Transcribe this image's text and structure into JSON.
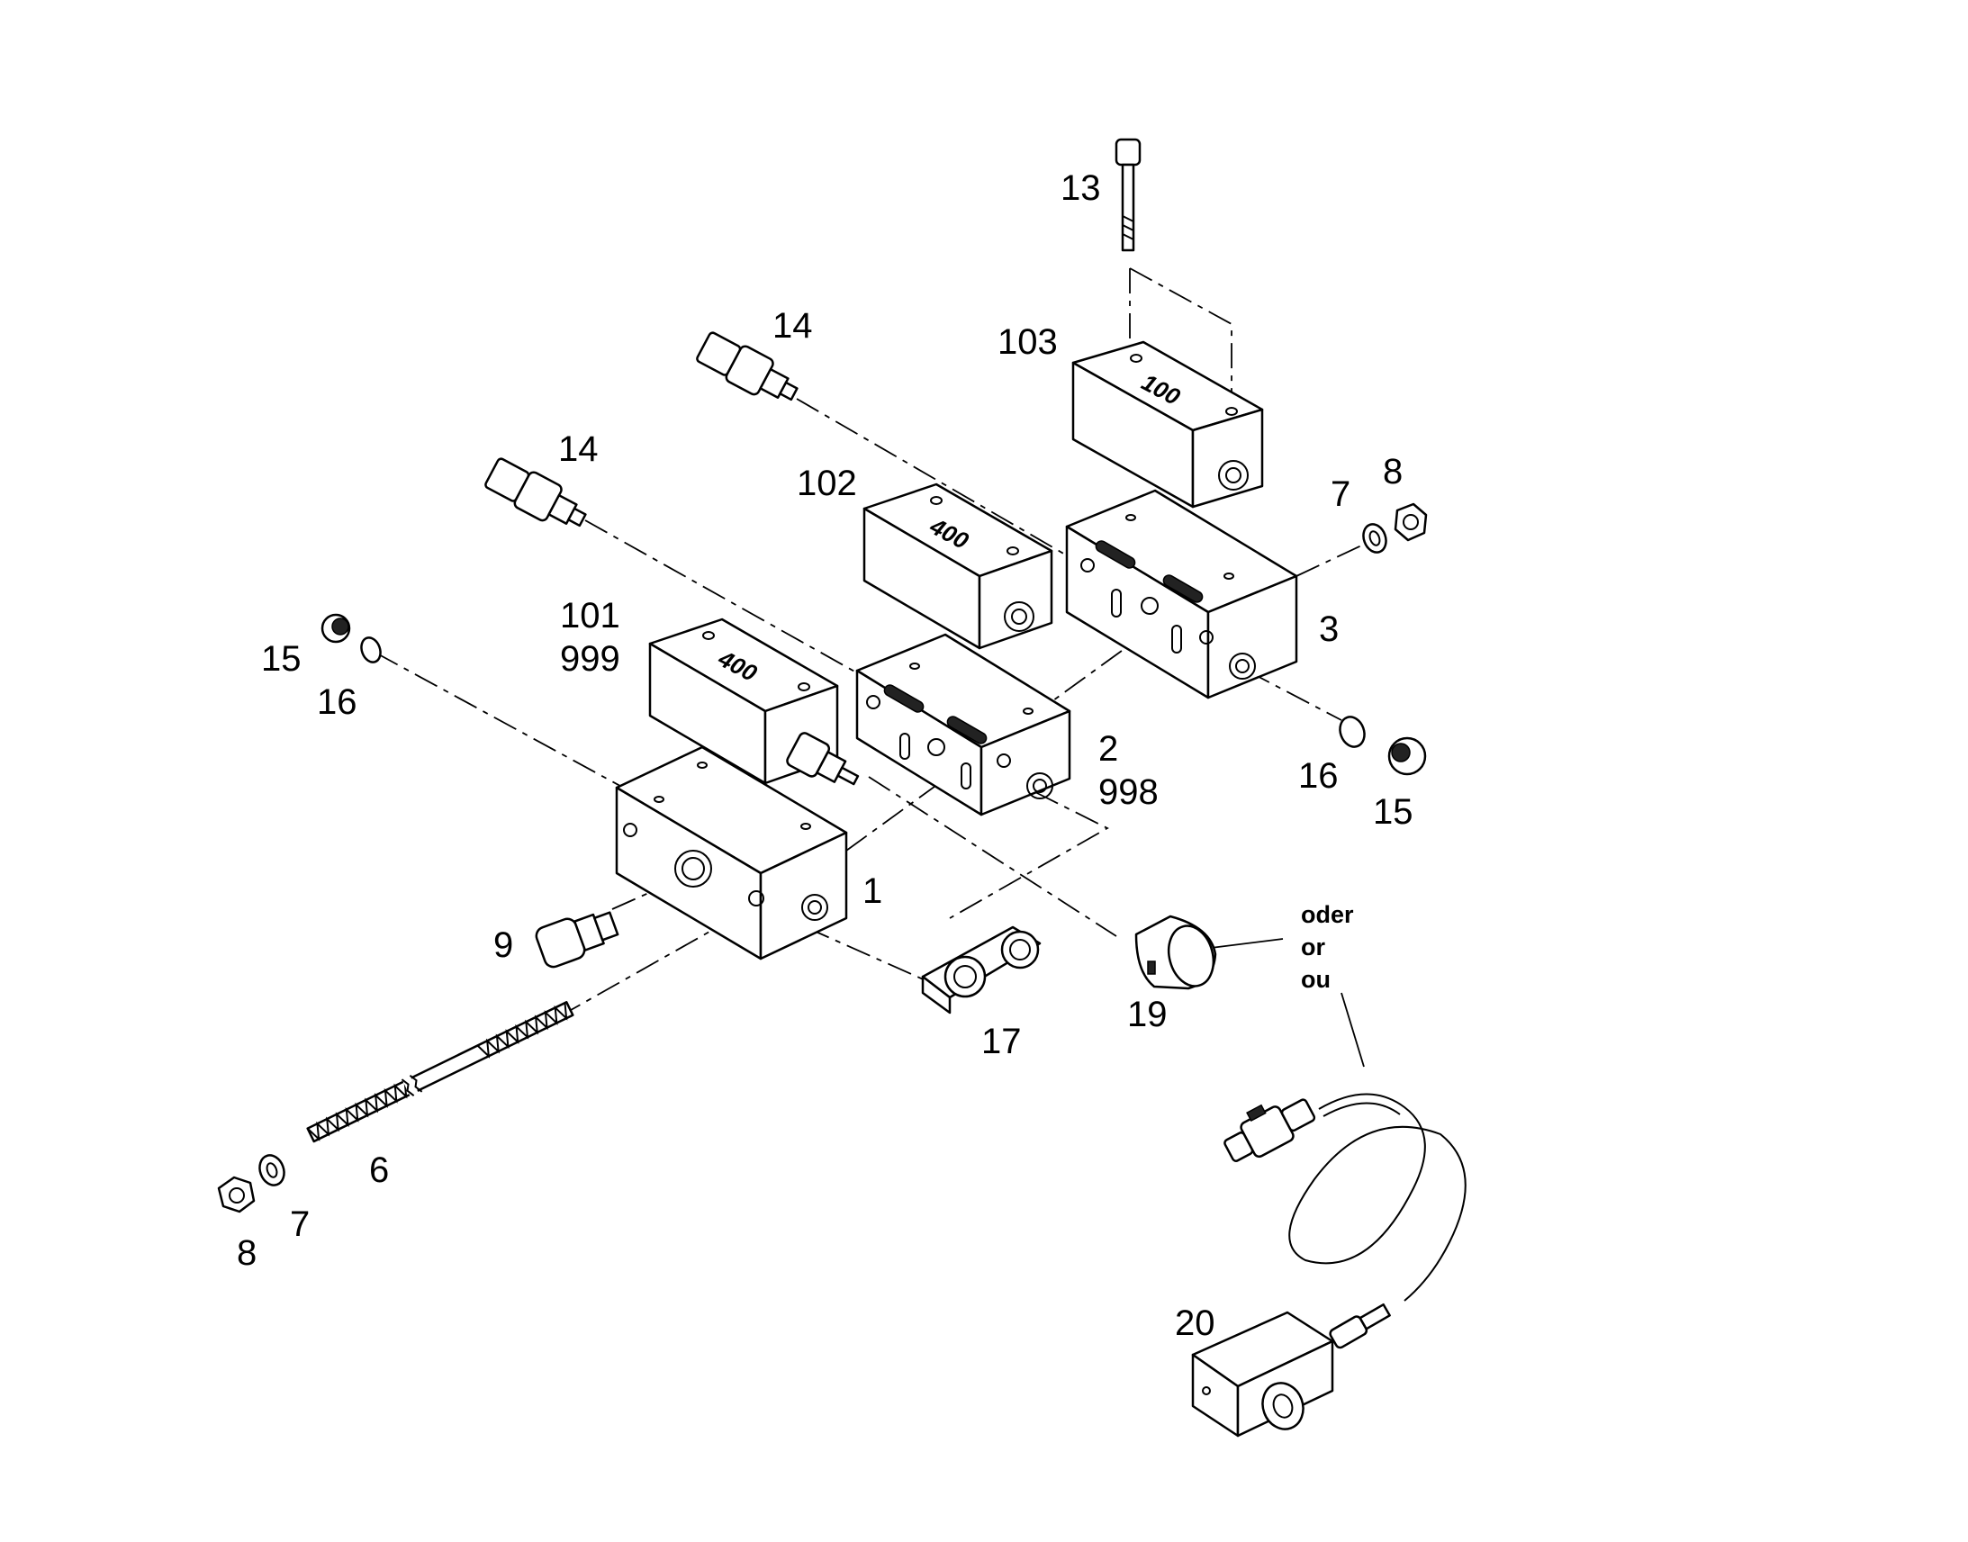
{
  "labels": {
    "p13": "13",
    "p14a": "14",
    "p14b": "14",
    "p103": "103",
    "p102": "102",
    "p101": "101",
    "p999": "999",
    "p15a": "15",
    "p16a": "16",
    "p7a": "7",
    "p8a": "8",
    "p3": "3",
    "p2": "2",
    "p998": "998",
    "p16b": "16",
    "p15b": "15",
    "p1": "1",
    "p9": "9",
    "p17": "17",
    "p19": "19",
    "p6": "6",
    "p7b": "7",
    "p8b": "8",
    "p20": "20",
    "oder": "oder",
    "or": "or",
    "ou": "ou"
  },
  "block_markings": {
    "b103": "100",
    "b102": "400",
    "b101": "400"
  },
  "icons": {
    "bolt": "socket-head-screw",
    "fitting": "screw-fitting",
    "plug": "screw-plug",
    "oring": "o-ring",
    "washer": "washer",
    "nut": "hex-nut",
    "rod": "threaded-rod",
    "bracket": "bracket",
    "cap": "protective-cap",
    "coil": "solenoid-coil"
  }
}
